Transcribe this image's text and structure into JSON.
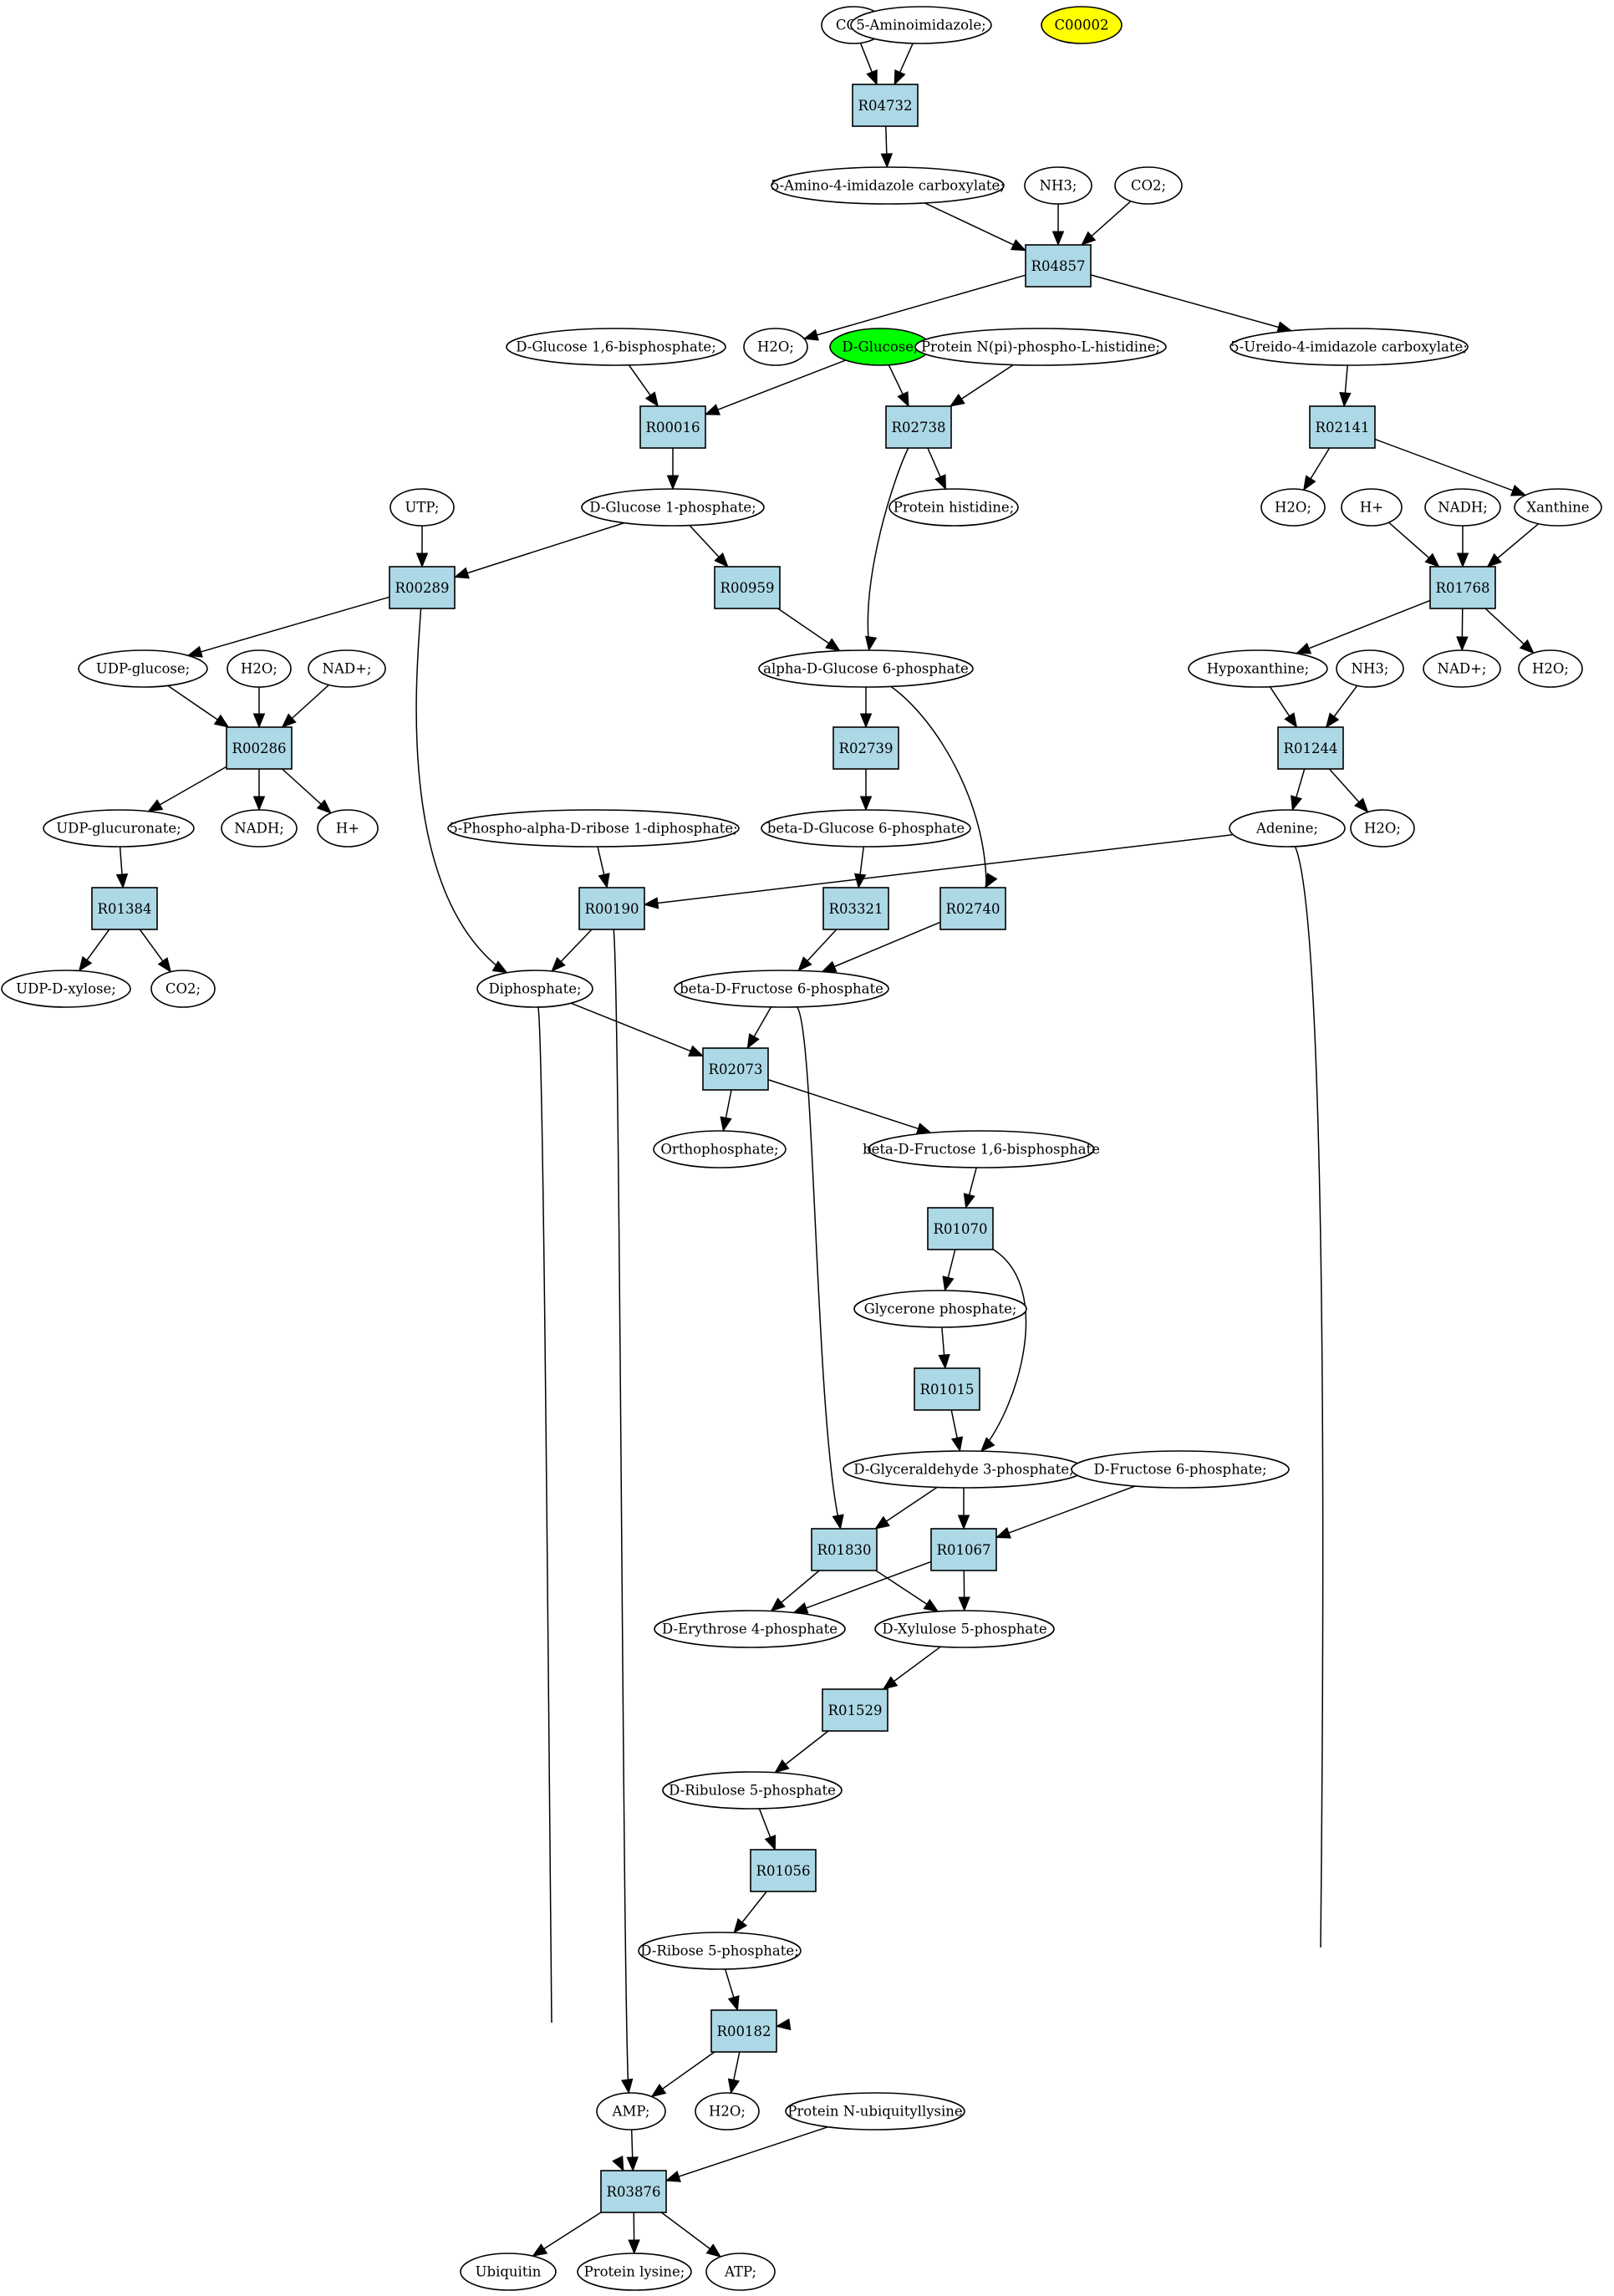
{
  "colors": {
    "reaction_fill": "#add8e6",
    "compound_fill": "#ffffff",
    "query_compound_fill": "#00ff00",
    "highlight_compound_fill": "#ffff00",
    "edge": "#000000"
  },
  "compounds": [
    {
      "id": "co2_a",
      "label": "CO2;"
    },
    {
      "id": "aminoimidazole",
      "label": "5-Aminoimidazole;"
    },
    {
      "id": "c00002",
      "label": "C00002",
      "highlight": "yellow"
    },
    {
      "id": "aicarb",
      "label": "5-Amino-4-imidazole carboxylate;"
    },
    {
      "id": "nh3_a",
      "label": "NH3;"
    },
    {
      "id": "co2_b",
      "label": "CO2;"
    },
    {
      "id": "h2o_a",
      "label": "H2O;"
    },
    {
      "id": "dglucose",
      "label": "D-Glucose;",
      "highlight": "green"
    },
    {
      "id": "glc16bp",
      "label": "D-Glucose 1,6-bisphosphate;"
    },
    {
      "id": "protnphis",
      "label": "Protein N(pi)-phospho-L-histidine;"
    },
    {
      "id": "ureido",
      "label": "5-Ureido-4-imidazole carboxylate;"
    },
    {
      "id": "g1p",
      "label": "D-Glucose 1-phosphate;"
    },
    {
      "id": "utp",
      "label": "UTP;"
    },
    {
      "id": "prothis",
      "label": "Protein histidine;"
    },
    {
      "id": "h2o_b",
      "label": "H2O;"
    },
    {
      "id": "hplus_a",
      "label": "H+"
    },
    {
      "id": "nadh_a",
      "label": "NADH;"
    },
    {
      "id": "xanthine",
      "label": "Xanthine"
    },
    {
      "id": "udpglc",
      "label": "UDP-glucose;"
    },
    {
      "id": "h2o_c",
      "label": "H2O;"
    },
    {
      "id": "nadplus_a",
      "label": "NAD+;"
    },
    {
      "id": "ag6p",
      "label": "alpha-D-Glucose 6-phosphate"
    },
    {
      "id": "hypox",
      "label": "Hypoxanthine;"
    },
    {
      "id": "nh3_b",
      "label": "NH3;"
    },
    {
      "id": "nadplus_b",
      "label": "NAD+;"
    },
    {
      "id": "h2o_d",
      "label": "H2O;"
    },
    {
      "id": "udpglcur",
      "label": "UDP-glucuronate;"
    },
    {
      "id": "nadh_b",
      "label": "NADH;"
    },
    {
      "id": "hplus_b",
      "label": "H+"
    },
    {
      "id": "prpp",
      "label": "5-Phospho-alpha-D-ribose 1-diphosphate;"
    },
    {
      "id": "bg6p",
      "label": "beta-D-Glucose 6-phosphate"
    },
    {
      "id": "adenine",
      "label": "Adenine;"
    },
    {
      "id": "h2o_e",
      "label": "H2O;"
    },
    {
      "id": "udpxyl",
      "label": "UDP-D-xylose;"
    },
    {
      "id": "co2_c",
      "label": "CO2;"
    },
    {
      "id": "diphos",
      "label": "Diphosphate;"
    },
    {
      "id": "bf6p",
      "label": "beta-D-Fructose 6-phosphate"
    },
    {
      "id": "orthophos",
      "label": "Orthophosphate;"
    },
    {
      "id": "bf16bp",
      "label": "beta-D-Fructose 1,6-bisphosphate"
    },
    {
      "id": "dhap",
      "label": "Glycerone phosphate;"
    },
    {
      "id": "g3p",
      "label": "D-Glyceraldehyde 3-phosphate;"
    },
    {
      "id": "df6p",
      "label": "D-Fructose 6-phosphate;"
    },
    {
      "id": "e4p",
      "label": "D-Erythrose 4-phosphate"
    },
    {
      "id": "xu5p",
      "label": "D-Xylulose 5-phosphate"
    },
    {
      "id": "ru5p",
      "label": "D-Ribulose 5-phosphate"
    },
    {
      "id": "r5p",
      "label": "D-Ribose 5-phosphate;"
    },
    {
      "id": "amp",
      "label": "AMP;"
    },
    {
      "id": "h2o_f",
      "label": "H2O;"
    },
    {
      "id": "protubl",
      "label": "Protein N-ubiquityllysine"
    },
    {
      "id": "ubiquitin",
      "label": "Ubiquitin"
    },
    {
      "id": "protlys",
      "label": "Protein lysine;"
    },
    {
      "id": "atp",
      "label": "ATP;"
    }
  ],
  "reactions": [
    {
      "id": "R04732",
      "label": "R04732"
    },
    {
      "id": "R04857",
      "label": "R04857"
    },
    {
      "id": "R00016",
      "label": "R00016"
    },
    {
      "id": "R02738",
      "label": "R02738"
    },
    {
      "id": "R02141",
      "label": "R02141"
    },
    {
      "id": "R00289",
      "label": "R00289"
    },
    {
      "id": "R00959",
      "label": "R00959"
    },
    {
      "id": "R01768",
      "label": "R01768"
    },
    {
      "id": "R00286",
      "label": "R00286"
    },
    {
      "id": "R02739",
      "label": "R02739"
    },
    {
      "id": "R01244",
      "label": "R01244"
    },
    {
      "id": "R01384",
      "label": "R01384"
    },
    {
      "id": "R00190",
      "label": "R00190"
    },
    {
      "id": "R03321",
      "label": "R03321"
    },
    {
      "id": "R02740",
      "label": "R02740"
    },
    {
      "id": "R02073",
      "label": "R02073"
    },
    {
      "id": "R01070",
      "label": "R01070"
    },
    {
      "id": "R01015",
      "label": "R01015"
    },
    {
      "id": "R01830",
      "label": "R01830"
    },
    {
      "id": "R01067",
      "label": "R01067"
    },
    {
      "id": "R01529",
      "label": "R01529"
    },
    {
      "id": "R01056",
      "label": "R01056"
    },
    {
      "id": "R00182",
      "label": "R00182"
    },
    {
      "id": "R03876",
      "label": "R03876"
    }
  ],
  "edges": [
    [
      "co2_a",
      "R04732"
    ],
    [
      "aminoimidazole",
      "R04732"
    ],
    [
      "R04732",
      "aicarb"
    ],
    [
      "aicarb",
      "R04857"
    ],
    [
      "nh3_a",
      "R04857"
    ],
    [
      "co2_b",
      "R04857"
    ],
    [
      "R04857",
      "h2o_a"
    ],
    [
      "R04857",
      "ureido"
    ],
    [
      "glc16bp",
      "R00016"
    ],
    [
      "dglucose",
      "R00016"
    ],
    [
      "R00016",
      "g1p"
    ],
    [
      "dglucose",
      "R02738"
    ],
    [
      "protnphis",
      "R02738"
    ],
    [
      "R02738",
      "prothis"
    ],
    [
      "R02738",
      "ag6p"
    ],
    [
      "ureido",
      "R02141"
    ],
    [
      "R02141",
      "h2o_b"
    ],
    [
      "R02141",
      "xanthine"
    ],
    [
      "utp",
      "R00289"
    ],
    [
      "g1p",
      "R00289"
    ],
    [
      "R00289",
      "udpglc"
    ],
    [
      "R00289",
      "diphos"
    ],
    [
      "g1p",
      "R00959"
    ],
    [
      "R00959",
      "ag6p"
    ],
    [
      "hplus_a",
      "R01768"
    ],
    [
      "nadh_a",
      "R01768"
    ],
    [
      "xanthine",
      "R01768"
    ],
    [
      "R01768",
      "hypox"
    ],
    [
      "R01768",
      "nadplus_b"
    ],
    [
      "R01768",
      "h2o_d"
    ],
    [
      "udpglc",
      "R00286"
    ],
    [
      "h2o_c",
      "R00286"
    ],
    [
      "nadplus_a",
      "R00286"
    ],
    [
      "R00286",
      "udpglcur"
    ],
    [
      "R00286",
      "nadh_b"
    ],
    [
      "R00286",
      "hplus_b"
    ],
    [
      "ag6p",
      "R02739"
    ],
    [
      "R02739",
      "bg6p"
    ],
    [
      "ag6p",
      "R02740"
    ],
    [
      "hypox",
      "R01244"
    ],
    [
      "nh3_b",
      "R01244"
    ],
    [
      "R01244",
      "adenine"
    ],
    [
      "R01244",
      "h2o_e"
    ],
    [
      "udpglcur",
      "R01384"
    ],
    [
      "R01384",
      "udpxyl"
    ],
    [
      "R01384",
      "co2_c"
    ],
    [
      "prpp",
      "R00190"
    ],
    [
      "adenine",
      "R00190"
    ],
    [
      "R00190",
      "diphos"
    ],
    [
      "R00190",
      "amp"
    ],
    [
      "bg6p",
      "R03321"
    ],
    [
      "R03321",
      "bf6p"
    ],
    [
      "R02740",
      "bf6p"
    ],
    [
      "diphos",
      "R02073"
    ],
    [
      "bf6p",
      "R02073"
    ],
    [
      "R02073",
      "orthophos"
    ],
    [
      "R02073",
      "bf16bp"
    ],
    [
      "bf16bp",
      "R01070"
    ],
    [
      "R01070",
      "dhap"
    ],
    [
      "R01070",
      "g3p"
    ],
    [
      "dhap",
      "R01015"
    ],
    [
      "R01015",
      "g3p"
    ],
    [
      "bf6p",
      "R01830"
    ],
    [
      "g3p",
      "R01830"
    ],
    [
      "R01830",
      "e4p"
    ],
    [
      "R01830",
      "xu5p"
    ],
    [
      "g3p",
      "R01067"
    ],
    [
      "df6p",
      "R01067"
    ],
    [
      "R01067",
      "e4p"
    ],
    [
      "R01067",
      "xu5p"
    ],
    [
      "xu5p",
      "R01529"
    ],
    [
      "R01529",
      "ru5p"
    ],
    [
      "ru5p",
      "R01056"
    ],
    [
      "R01056",
      "r5p"
    ],
    [
      "r5p",
      "R00182"
    ],
    [
      "adenine",
      "R00182"
    ],
    [
      "R00182",
      "amp"
    ],
    [
      "R00182",
      "h2o_f"
    ],
    [
      "diphos",
      "R03876"
    ],
    [
      "amp",
      "R03876"
    ],
    [
      "protubl",
      "R03876"
    ],
    [
      "R03876",
      "ubiquitin"
    ],
    [
      "R03876",
      "protlys"
    ],
    [
      "R03876",
      "atp"
    ]
  ]
}
